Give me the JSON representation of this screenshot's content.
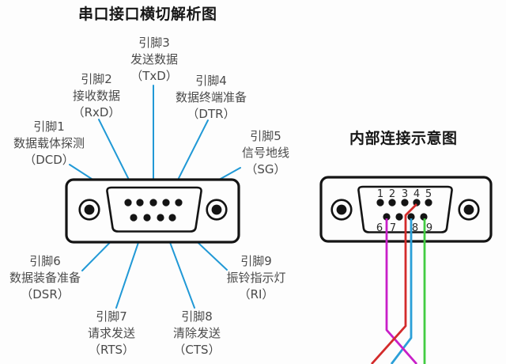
{
  "left_diagram": {
    "title": "串口接口横切解析图",
    "pin_labels": [
      {
        "pin": "引脚1",
        "function": "数据载体探测",
        "abbr": "（DCD）"
      },
      {
        "pin": "引脚2",
        "function": "接收数据",
        "abbr": "（RxD）"
      },
      {
        "pin": "引脚3",
        "function": "发送数据",
        "abbr": "（TxD）"
      },
      {
        "pin": "引脚4",
        "function": "数据终端准备",
        "abbr": "（DTR）"
      },
      {
        "pin": "引脚5",
        "function": "信号地线",
        "abbr": "（SG）"
      },
      {
        "pin": "引脚6",
        "function": "数据装备准备",
        "abbr": "（DSR）"
      },
      {
        "pin": "引脚7",
        "function": "请求发送",
        "abbr": "（RTS）"
      },
      {
        "pin": "引脚8",
        "function": "清除发送",
        "abbr": "（CTS）"
      },
      {
        "pin": "引脚9",
        "function": "振铃指示灯",
        "abbr": "（RI）"
      }
    ]
  },
  "right_diagram": {
    "title": "内部连接示意图",
    "top_pin_numbers": [
      "1",
      "2",
      "3",
      "4",
      "5"
    ],
    "bottom_pin_numbers": [
      "6",
      "7",
      "8",
      "9"
    ],
    "wires": [
      {
        "from_pin": "6",
        "color": "#c81fc8"
      },
      {
        "from_pin": "4",
        "color": "#d32b2b"
      },
      {
        "from_pin": "8",
        "color": "#2b9fd8"
      },
      {
        "from_pin": "9",
        "color": "#42cc42"
      }
    ]
  },
  "colors": {
    "callout_line": "#2199d6",
    "connector_outline": "#141414"
  }
}
